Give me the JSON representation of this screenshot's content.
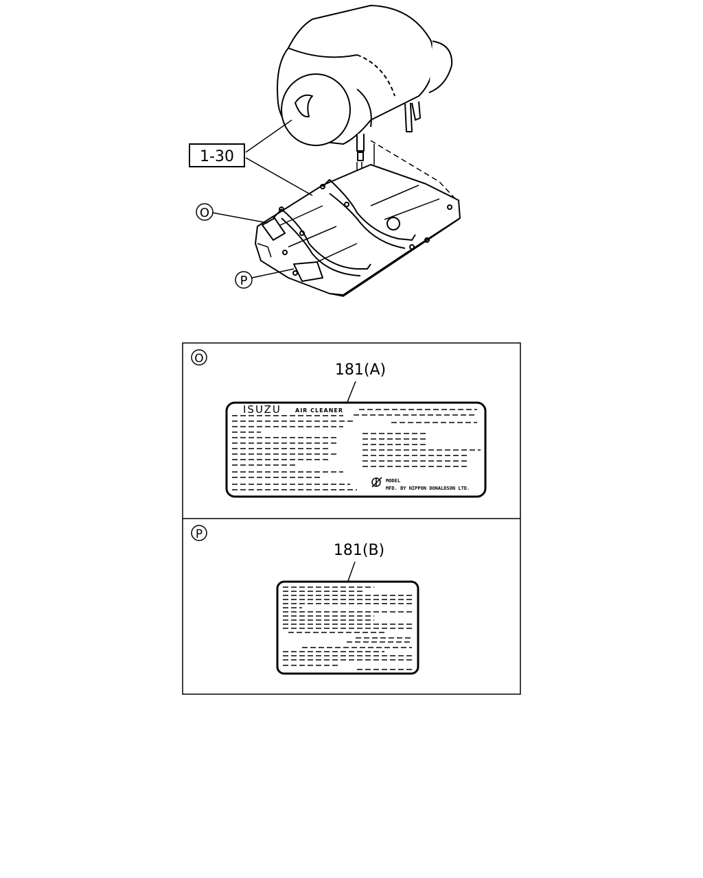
{
  "callouts": {
    "main_ref": "1-30",
    "label_o": "O",
    "label_p": "P"
  },
  "panel_o": {
    "marker": "O",
    "part_ref": "181(A)",
    "label_brand": "ISUZU",
    "label_product": "AIR CLEANER",
    "label_model_text": "MODEL",
    "label_maker_text": "MFD. BY NIPPON DONALDSON LTD."
  },
  "panel_p": {
    "marker": "P",
    "part_ref": "181(B)"
  },
  "colors": {
    "line": "#000000",
    "background": "#ffffff"
  }
}
